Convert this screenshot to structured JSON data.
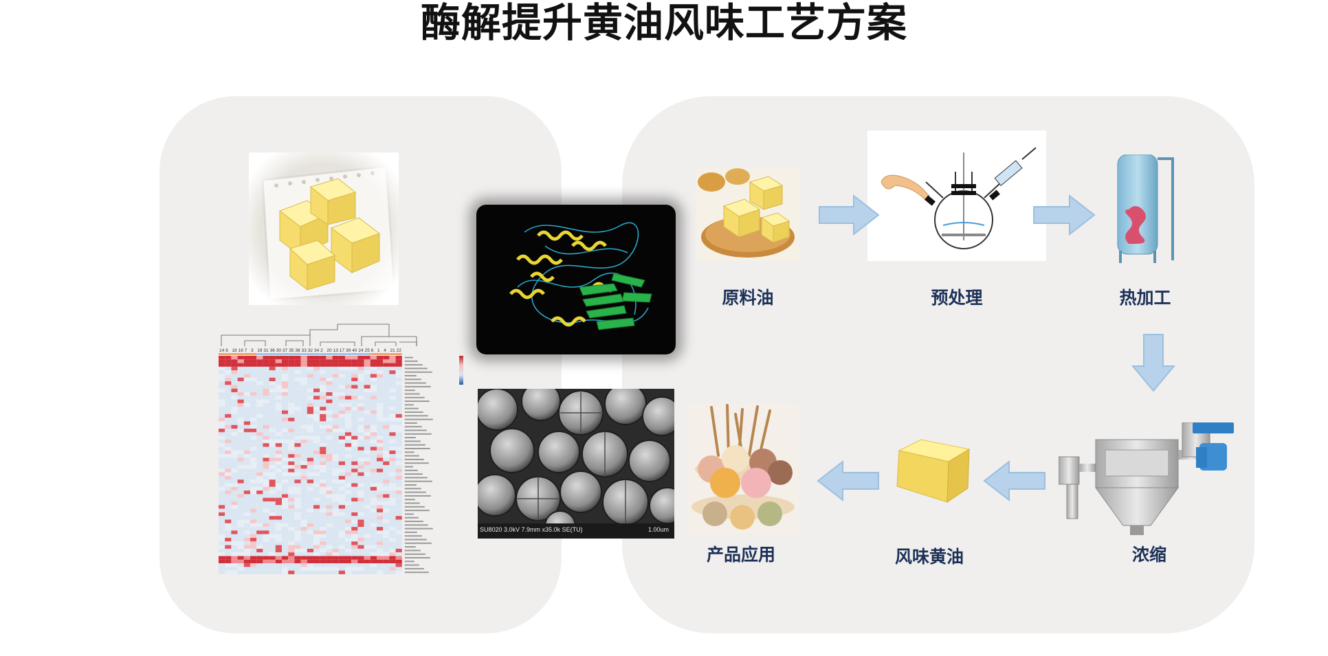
{
  "title": "酶解提升黄油风味工艺方案",
  "colors": {
    "panel": "#f0efee",
    "label": "#1d3157",
    "arrow": "#b7d2ea",
    "arrow_stroke": "#9bbfdf"
  },
  "process_steps": {
    "raw_oil": "原料油",
    "pretreatment": "预处理",
    "heating": "热加工",
    "concentration": "浓缩",
    "flavor_butter": "风味黄油",
    "product_application": "产品应用"
  },
  "heatmap": {
    "sample_ids": [
      "14",
      "6",
      "18",
      "16",
      "7",
      "3",
      "19",
      "31",
      "36",
      "30",
      "37",
      "35",
      "38",
      "33",
      "32",
      "34",
      "2",
      "20",
      "13",
      "17",
      "39",
      "40",
      "24",
      "25",
      "6",
      "1",
      "4",
      "21",
      "22"
    ]
  },
  "sem_caption": {
    "left": "SU8020 3.0kV 7.9mm x35.0k SE(TU)",
    "right": "1.00um"
  },
  "icons": [
    "butter-cubes-photo",
    "protein-structure-image",
    "heatmap-chart",
    "sem-micrograph",
    "butter-plate-photo",
    "reactor-flask-diagram",
    "heating-tank-icon",
    "evaporator-machine-icon",
    "butter-block-photo",
    "ice-cream-photo"
  ]
}
